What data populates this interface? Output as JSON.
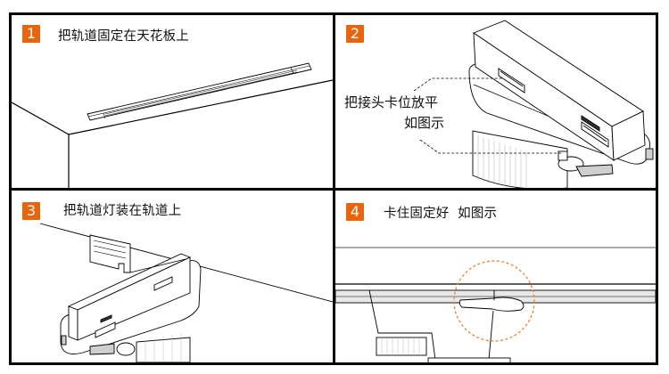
{
  "theme": {
    "accent": "#E8650E",
    "line": "#000000",
    "shade": "#cfcfcf",
    "highlight_circle": "#EE7F2D"
  },
  "steps": [
    {
      "number": "1",
      "title": "把轨道固定在天花板上",
      "icon": "ceiling-track-illustration"
    },
    {
      "number": "2",
      "title": "",
      "callout_line1": "把接头卡位放平",
      "callout_line2": "如图示",
      "icon": "connector-alignment-illustration"
    },
    {
      "number": "3",
      "title": "把轨道灯装在轨道上",
      "icon": "light-mount-illustration"
    },
    {
      "number": "4",
      "title": "卡住固定好  如图示",
      "icon": "locked-clip-illustration"
    }
  ]
}
